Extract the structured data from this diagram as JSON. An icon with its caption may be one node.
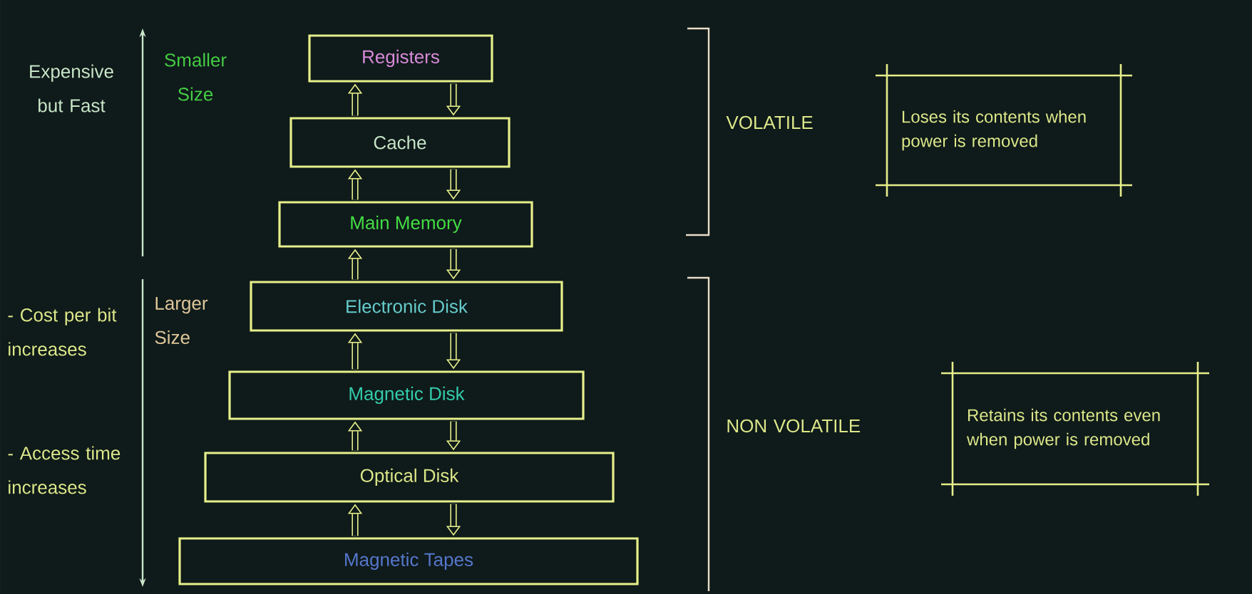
{
  "diagram": {
    "nodes": [
      {
        "text": [
          "Registers"
        ]
      },
      {
        "text": [
          "Cache"
        ]
      },
      {
        "text": [
          "Main Memory"
        ]
      },
      {
        "text": [
          "Electronic Disk"
        ]
      },
      {
        "text": [
          "Magnetic Disk"
        ]
      },
      {
        "text": [
          "Optical Disk"
        ]
      },
      {
        "text": [
          "Magnetic Tapes"
        ]
      },
      {
        "text": [
          "Loses its contents when power is removed"
        ]
      },
      {
        "text": [
          "Retains its contents even when power is removed"
        ]
      }
    ],
    "edges": [
      {
        "from": 1,
        "to": 0,
        "arrow": "to"
      },
      {
        "from": 0,
        "to": 1,
        "arrow": "to"
      },
      {
        "from": 2,
        "to": 1,
        "arrow": "to"
      },
      {
        "from": 1,
        "to": 2,
        "arrow": "to"
      },
      {
        "from": 3,
        "to": 2,
        "arrow": "to"
      },
      {
        "from": 2,
        "to": 3,
        "arrow": "to"
      },
      {
        "from": 4,
        "to": 3,
        "arrow": "to"
      },
      {
        "from": 3,
        "to": 4,
        "arrow": "to"
      },
      {
        "from": 5,
        "to": 4,
        "arrow": "to"
      },
      {
        "from": 4,
        "to": 5,
        "arrow": "to"
      },
      {
        "from": 6,
        "to": 5,
        "arrow": "to"
      },
      {
        "from": 5,
        "to": 6,
        "arrow": "to"
      }
    ],
    "labels": [
      "Expensive but Fast",
      "Smaller Size",
      "- Cost per bit increases",
      "- Access time increases",
      "Larger Size",
      "VOLATILE",
      "NON VOLATILE"
    ]
  }
}
